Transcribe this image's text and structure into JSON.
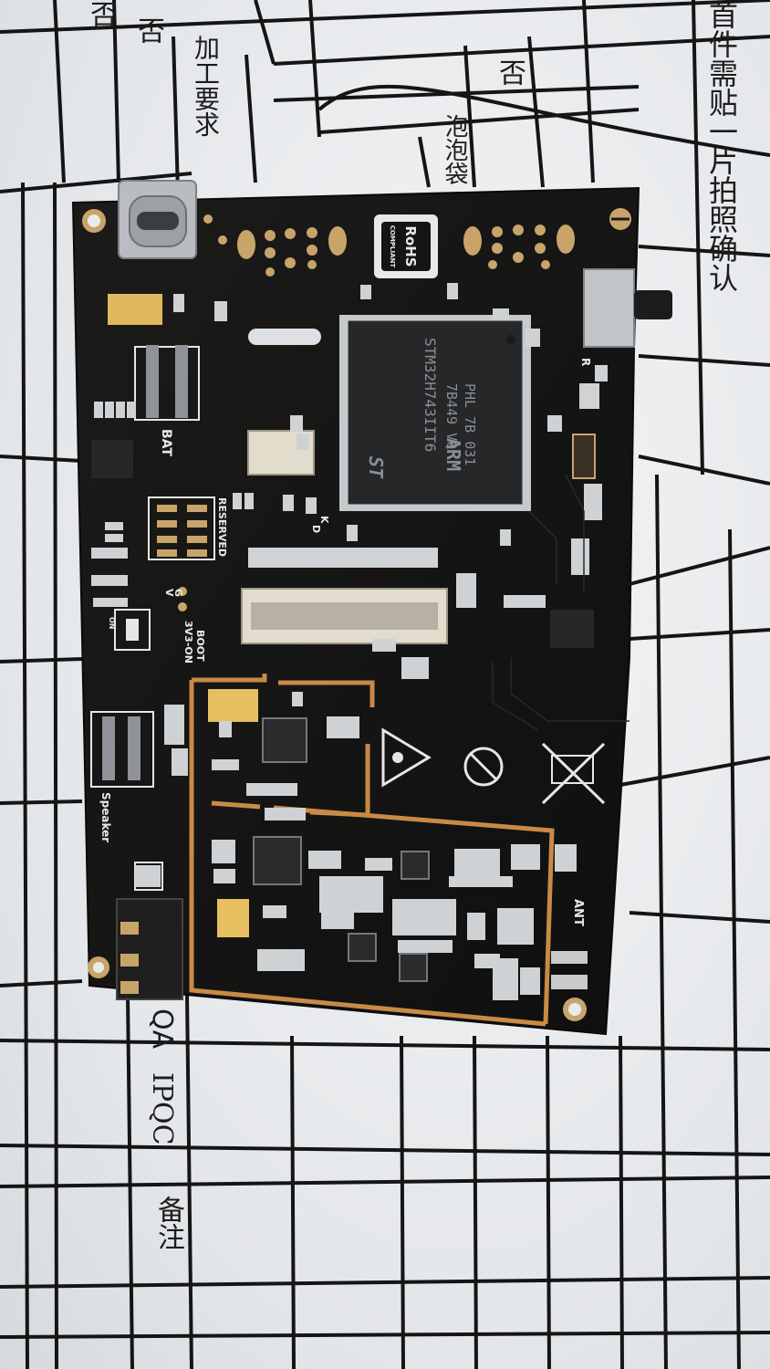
{
  "paper": {
    "label_top_left_1": "否",
    "label_top_left_2": "否",
    "label_processing": "加工要求",
    "label_bag": "泡泡袋",
    "label_top_mid": "否",
    "label_right": "首件需贴一片拍照确认",
    "label_qa": "QA",
    "label_ipqc": "IPQC",
    "label_notes": "备注"
  },
  "pcb": {
    "rohs": "RoHS",
    "compliant": "COMPLIANT",
    "mcu_line1": "STM32H743IIT6",
    "mcu_line2": "7B449 VQ",
    "mcu_line3": "PHL 7B 031",
    "arm": "ARM",
    "st": "ST",
    "label_bat": "BAT",
    "label_reserved": "RESERVED",
    "label_k": "K",
    "label_d": "D",
    "label_g": "G",
    "label_v": "V",
    "label_3v3": "3V3-ON",
    "label_boot": "BOOT",
    "label_on": "ON",
    "label_speaker": "Speaker",
    "label_ant": "ANT",
    "label_r": "R"
  },
  "colors": {
    "board": "#161514",
    "copper": "#c98a45",
    "pad": "#c9a46a",
    "silk": "#e6e6e6",
    "paper": "#eceef0",
    "gridline": "#141414"
  }
}
